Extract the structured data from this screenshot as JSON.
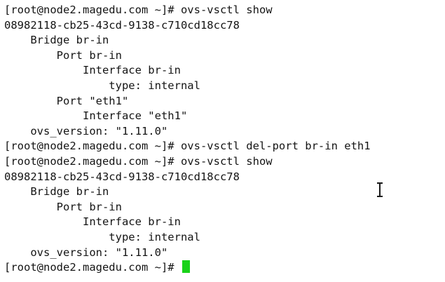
{
  "terminal": {
    "lines": [
      "[root@node2.magedu.com ~]# ovs-vsctl show",
      "08982118-cb25-43cd-9138-c710cd18cc78",
      "    Bridge br-in",
      "        Port br-in",
      "            Interface br-in",
      "                type: internal",
      "        Port \"eth1\"",
      "            Interface \"eth1\"",
      "    ovs_version: \"1.11.0\"",
      "[root@node2.magedu.com ~]# ovs-vsctl del-port br-in eth1",
      "[root@node2.magedu.com ~]# ovs-vsctl show",
      "08982118-cb25-43cd-9138-c710cd18cc78",
      "    Bridge br-in",
      "        Port br-in",
      "            Interface br-in",
      "                type: internal",
      "    ovs_version: \"1.11.0\""
    ],
    "prompt": "[root@node2.magedu.com ~]# ",
    "cursor_icon": "block-cursor-icon",
    "pointer_icon": "text-ibeam-icon",
    "colors": {
      "background": "#ffffff",
      "text": "#141414",
      "cursor": "#19d219"
    }
  }
}
